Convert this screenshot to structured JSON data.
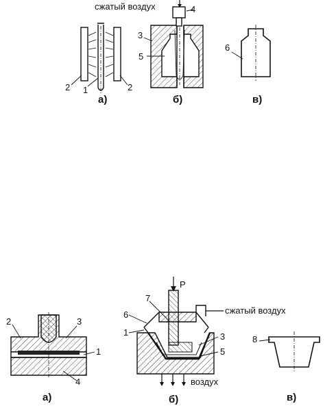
{
  "top": {
    "label_air": "сжатый воздух",
    "num_1": "1",
    "num_2a": "2",
    "num_2b": "2",
    "num_3": "3",
    "num_4": "4",
    "num_5": "5",
    "num_6": "6",
    "cap_a": "а)",
    "cap_b": "б)",
    "cap_c": "в)"
  },
  "bottom": {
    "label_air": "сжатый воздух",
    "label_p": "P",
    "label_vozduh": "воздух",
    "a_num_1": "1",
    "a_num_2": "2",
    "a_num_3": "3",
    "a_num_4": "4",
    "b_num_1": "1",
    "b_num_3": "3",
    "b_num_5": "5",
    "b_num_6": "6",
    "b_num_7": "7",
    "c_num_8": "8",
    "cap_a": "а)",
    "cap_b": "б)",
    "cap_c": "в)"
  }
}
